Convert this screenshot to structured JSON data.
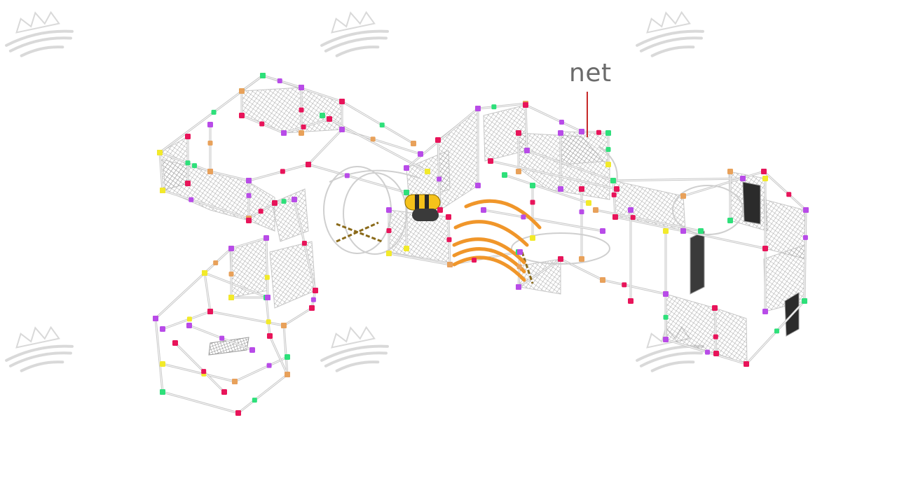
{
  "callout": {
    "label": "net"
  },
  "colors": {
    "frame": "#cfcfcf",
    "frame_dark": "#9a9a9a",
    "net": "#8f8f8f",
    "connector_green": "#2ee07a",
    "connector_red": "#e8145a",
    "connector_purple": "#b84be8",
    "connector_yellow": "#f2ea2a",
    "connector_orange": "#e8a15a",
    "arch": "#f0962a",
    "bee_yellow": "#f5c21a",
    "bee_black": "#2a2a2a",
    "leader_line": "#c62828",
    "watermark": "#d9d9d9"
  },
  "watermarks": [
    {
      "name": "watermark-1"
    },
    {
      "name": "watermark-2"
    },
    {
      "name": "watermark-3"
    },
    {
      "name": "watermark-4"
    },
    {
      "name": "watermark-5"
    },
    {
      "name": "watermark-6"
    }
  ]
}
